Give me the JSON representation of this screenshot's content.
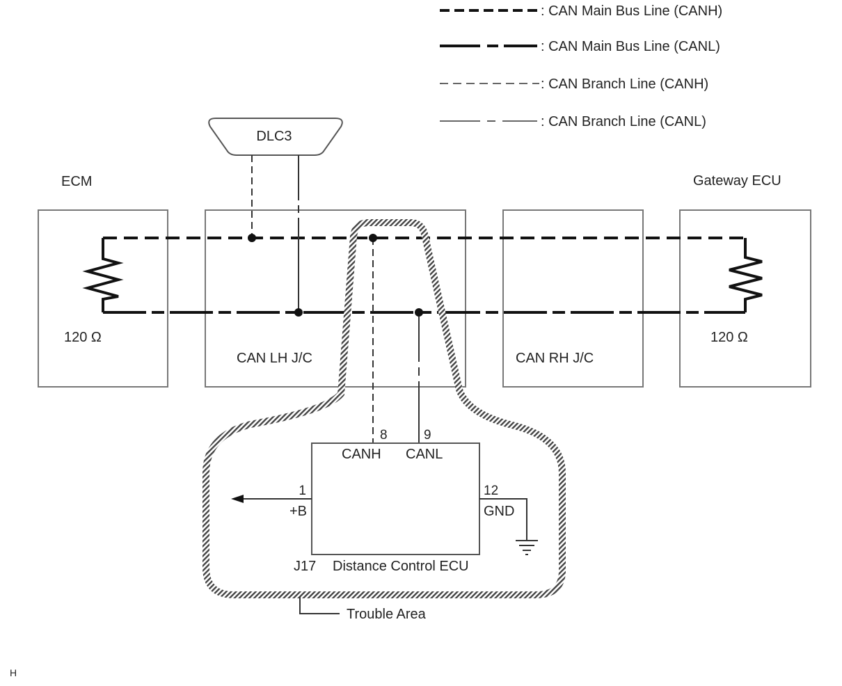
{
  "legend": {
    "items": [
      {
        "style": "main-canh",
        "label": ": CAN Main Bus Line (CANH)"
      },
      {
        "style": "main-canl",
        "label": ": CAN Main Bus Line (CANL)"
      },
      {
        "style": "branch-canh",
        "label": ": CAN Branch Line (CANH)"
      },
      {
        "style": "branch-canl",
        "label": ": CAN Branch Line (CANL)"
      }
    ]
  },
  "components": {
    "dlc3": "DLC3",
    "ecm": {
      "title": "ECM",
      "resistor": "120 Ω"
    },
    "can_lh": "CAN LH J/C",
    "can_rh": "CAN RH J/C",
    "gateway": {
      "title": "Gateway ECU",
      "resistor": "120 Ω"
    }
  },
  "ecu": {
    "connector": "J17",
    "name": "Distance Control ECU",
    "pins": [
      {
        "number": "8",
        "name": "CANH"
      },
      {
        "number": "9",
        "name": "CANL"
      },
      {
        "number": "1",
        "name": "+B"
      },
      {
        "number": "12",
        "name": "GND"
      }
    ]
  },
  "trouble_area": "Trouble Area",
  "footer_code": "H",
  "colors": {
    "line": "#111111",
    "box": "#777777",
    "hatch": "#444444"
  }
}
